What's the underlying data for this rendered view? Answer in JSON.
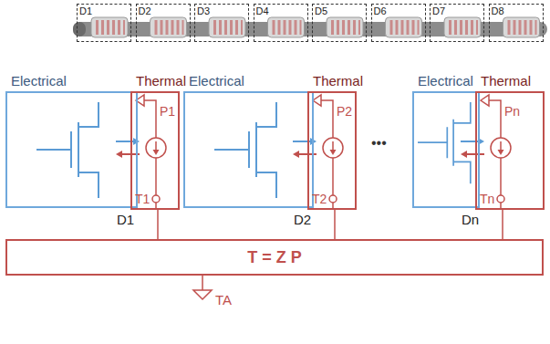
{
  "diagram": {
    "nodes": [
      {
        "text": [
          "D1"
        ]
      },
      {
        "text": [
          "D2"
        ]
      },
      {
        "text": [
          "D3"
        ]
      },
      {
        "text": [
          "D4"
        ]
      },
      {
        "text": [
          "D5"
        ]
      },
      {
        "text": [
          "D6"
        ]
      },
      {
        "text": [
          "D7"
        ]
      },
      {
        "text": [
          "D8"
        ]
      },
      {
        "text": [
          "Electrical"
        ]
      },
      {
        "text": [
          "Thermal",
          "P1",
          "T1"
        ]
      },
      {
        "text": [
          "Electrical"
        ]
      },
      {
        "text": [
          "Thermal",
          "P2",
          "T2"
        ]
      },
      {
        "text": [
          "Electrical"
        ]
      },
      {
        "text": [
          "Thermal",
          "Pn",
          "Tn"
        ]
      },
      {
        "text": [
          "T = Z P"
        ]
      }
    ],
    "edges": [
      {
        "from": 9,
        "to": 14,
        "arrow": "none"
      },
      {
        "from": 11,
        "to": 14,
        "arrow": "none"
      },
      {
        "from": 13,
        "to": 14,
        "arrow": "none"
      }
    ],
    "labels": [
      "D1",
      "D2",
      "•••",
      "Dn",
      "TA"
    ]
  }
}
